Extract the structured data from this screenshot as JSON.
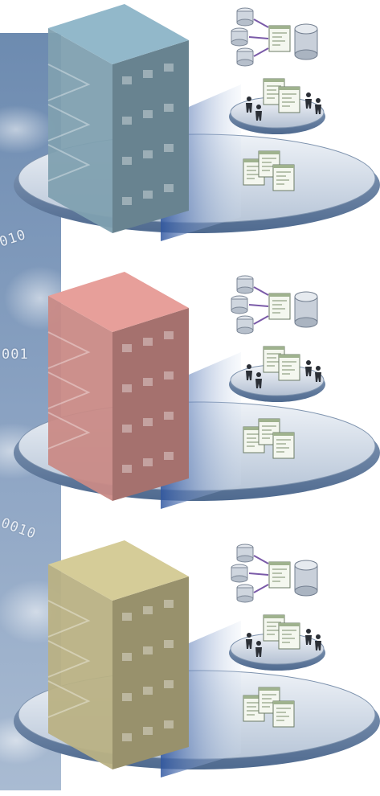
{
  "binary_fragments": [
    "010",
    "001",
    "0010"
  ],
  "tiers": [
    {
      "name": "blue-tier",
      "building_color": "#7fa0b0"
    },
    {
      "name": "red-tier",
      "building_color": "#c98a86"
    },
    {
      "name": "yellow-tier",
      "building_color": "#b9b184"
    }
  ],
  "colors": {
    "sky_top": "#6f8db2",
    "sky_bottom": "#a7bad3",
    "platform_top": "#dfe6ee",
    "platform_rim": "#6f87a6",
    "beam": "#3e63a6"
  }
}
